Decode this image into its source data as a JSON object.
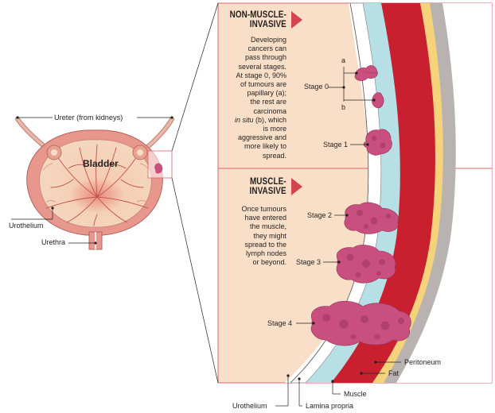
{
  "bladder": {
    "title": "Bladder",
    "ureter_label": "Ureter (from kidneys)",
    "urothelium_label": "Urothelium",
    "urethra_label": "Urethra"
  },
  "non_muscle": {
    "heading_line1": "NON-MUSCLE-",
    "heading_line2": "INVASIVE",
    "body_lines": [
      "Developing",
      "cancers can",
      "pass through",
      "several stages.",
      "At stage 0, 90%",
      "of tumours are",
      "papillary (a);",
      "the rest are",
      "carcinoma"
    ],
    "in_situ_italic": "in situ",
    "in_situ_rest": " (b), which",
    "body_lines_2": [
      "is more",
      "aggressive and",
      "more likely to",
      "spread."
    ]
  },
  "muscle": {
    "heading_line1": "MUSCLE-",
    "heading_line2": "INVASIVE",
    "body_lines": [
      "Once tumours",
      "have entered",
      "the muscle,",
      "they might",
      "spread to the",
      "lymph nodes",
      "or beyond."
    ]
  },
  "stages": {
    "stage0": "Stage 0",
    "a": "a",
    "b": "b",
    "stage1": "Stage 1",
    "stage2": "Stage 2",
    "stage3": "Stage 3",
    "stage4": "Stage 4"
  },
  "layers": {
    "urothelium": "Urothelium",
    "lamina_propria": "Lamina propria",
    "muscle": "Muscle",
    "fat": "Fat",
    "peritoneum": "Peritoneum"
  },
  "colors": {
    "panel_fill": "#f9dfc7",
    "border": "#e2626c",
    "arrow": "#d3444f",
    "muscle": "#c8202f",
    "lamina": "#b7dfe6",
    "fat": "#f5d37a",
    "peritoneum": "#b8b3b0",
    "tumour": "#c94f7f"
  }
}
